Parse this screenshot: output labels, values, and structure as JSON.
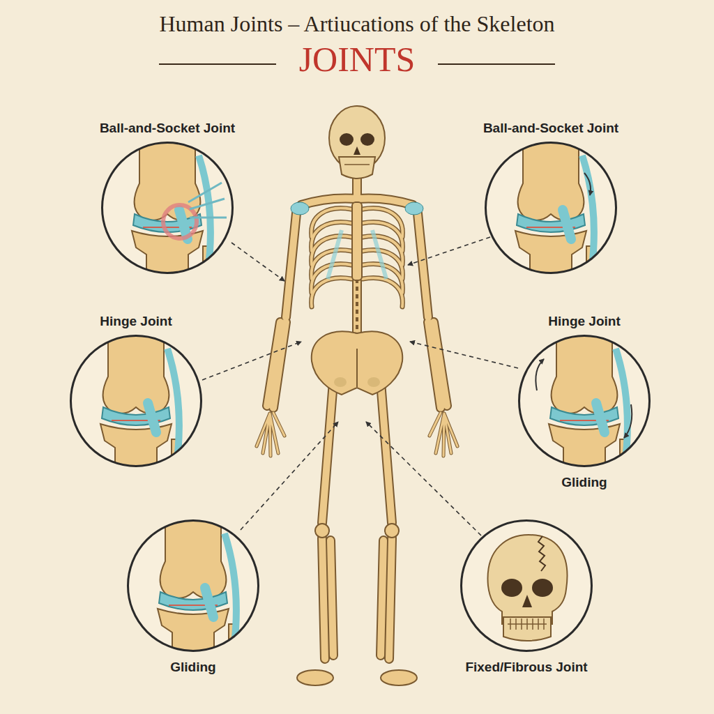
{
  "diagram": {
    "title": "Human Joints – Artiucations of the Skeleton",
    "nodes": [
      {
        "text": [
          "Ball-and-Socket Joint"
        ]
      },
      {
        "text": [
          "Ball-and-Socket Joint"
        ]
      },
      {
        "text": [
          "Hinge Joint"
        ]
      },
      {
        "text": [
          "Hinge Joint",
          "Gliding"
        ]
      },
      {
        "text": [
          "Gliding"
        ]
      },
      {
        "text": [
          "Fixed/Fibrous Joint"
        ]
      }
    ],
    "labels": [
      "JOINTS"
    ]
  }
}
